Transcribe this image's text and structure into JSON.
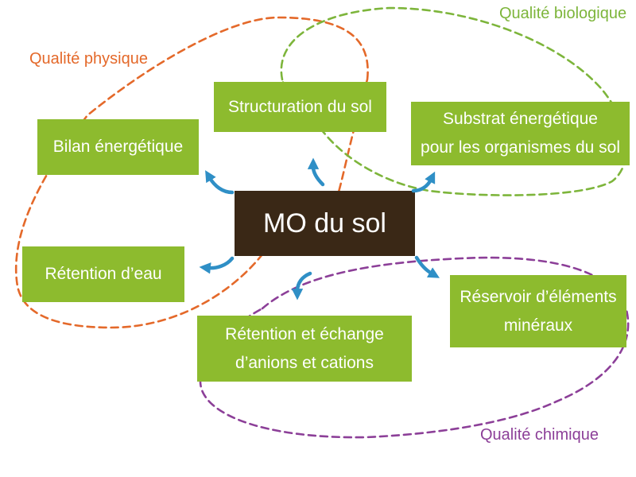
{
  "colors": {
    "box_fill": "#8dbb2e",
    "box_text": "#ffffff",
    "center_fill": "#3a2816",
    "center_text": "#ffffff",
    "arrow": "#2f8fc6",
    "physical": "#e4692a",
    "biological": "#7db53b",
    "chemical": "#8c3f98"
  },
  "center": {
    "label": "MO du sol"
  },
  "boxes": {
    "bilan_energetique": {
      "lines": [
        "Bilan énergétique"
      ]
    },
    "structuration": {
      "lines": [
        "Structuration du sol"
      ]
    },
    "substrat": {
      "lines": [
        "Substrat énergétique",
        "pour les organismes du sol"
      ]
    },
    "retention_eau": {
      "lines": [
        "Rétention d’eau"
      ]
    },
    "retention_echange": {
      "lines": [
        "Rétention et échange",
        "d’anions et cations"
      ]
    },
    "reservoir": {
      "lines": [
        "Réservoir d’éléments",
        "minéraux"
      ]
    }
  },
  "qualities": {
    "physique": {
      "label": "Qualité physique"
    },
    "biologique": {
      "label": "Qualité biologique"
    },
    "chimique": {
      "label": "Qualité chimique"
    }
  }
}
